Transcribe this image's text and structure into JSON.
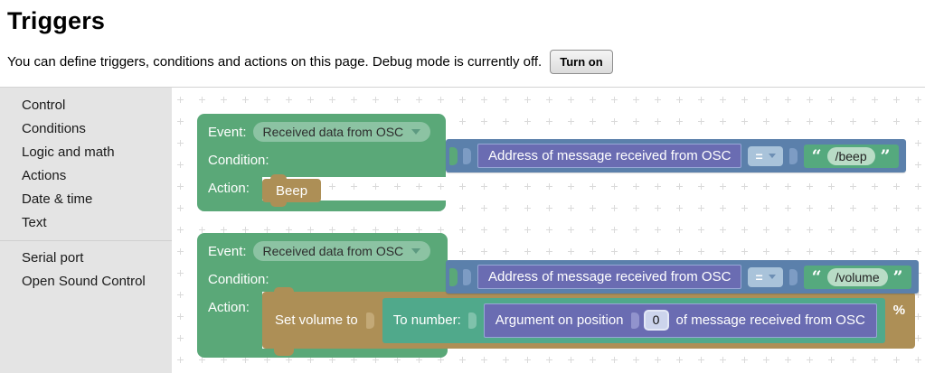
{
  "page": {
    "title": "Triggers",
    "description": "You can define triggers, conditions and actions on this page. Debug mode is currently off.",
    "turn_on_label": "Turn on"
  },
  "sidebar": {
    "groups": [
      [
        "Control",
        "Conditions",
        "Logic and math",
        "Actions",
        "Date & time",
        "Text"
      ],
      [
        "Serial port",
        "Open Sound Control"
      ]
    ]
  },
  "workspace": {
    "triggers": [
      {
        "event_label": "Event:",
        "event_value": "Received data from OSC",
        "condition_label": "Condition:",
        "condition_subject": "Address of message received from OSC",
        "condition_operator": "=",
        "quote_open": "“",
        "quote_close": "”",
        "condition_value": "/beep",
        "action_label": "Action:",
        "action": "Beep"
      },
      {
        "event_label": "Event:",
        "event_value": "Received data from OSC",
        "condition_label": "Condition:",
        "condition_subject": "Address of message received from OSC",
        "condition_operator": "=",
        "quote_open": "“",
        "quote_close": "”",
        "condition_value": "/volume",
        "action_label": "Action:",
        "action": "Set volume to",
        "to_number_label": "To number:",
        "argument_before": "Argument on position",
        "argument_position": "0",
        "argument_after": "of message received from OSC",
        "unit": "%"
      }
    ]
  },
  "colors": {
    "block_green": "#5aa878",
    "block_blue": "#5b80ab",
    "block_purple": "#6a6cb2",
    "block_tan": "#ad8f56",
    "block_teal": "#50a98b",
    "event_pill_green": "#8cc3a3",
    "operator_pill_blue": "#a9c3da",
    "string_pill_green": "#b9dcc6",
    "sidebar_gray": "#e4e4e4",
    "grid_mark_gray": "#dadada"
  },
  "icons": {
    "event_dropdown": "chevron-down",
    "operator_dropdown": "chevron-down"
  }
}
